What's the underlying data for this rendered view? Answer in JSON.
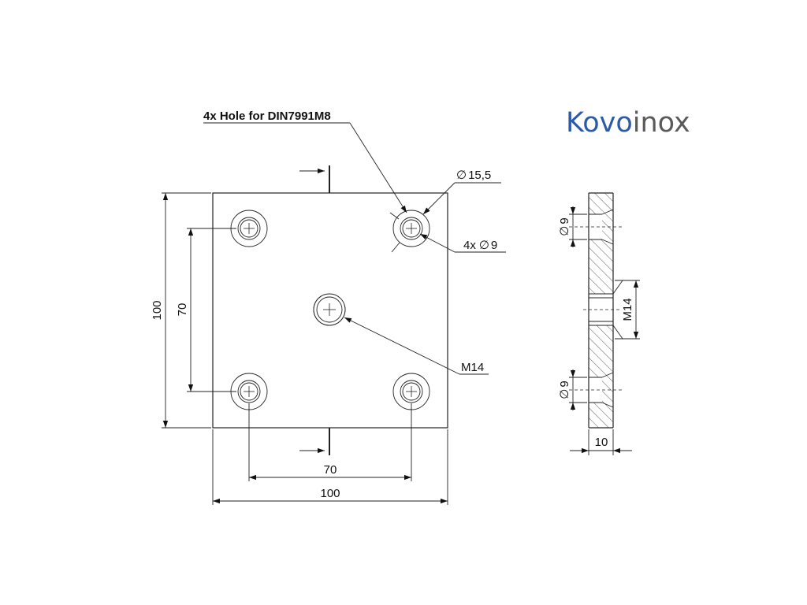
{
  "logo": {
    "part1": "Kovo",
    "part2": "inox",
    "color_primary": "#2d5aa8",
    "color_secondary": "#5a5a5a"
  },
  "callouts": {
    "hole_note": "4x Hole for DIN7991M8",
    "counterbore_dia": "15,5",
    "through_hole": "4x",
    "through_hole_dia": "9",
    "thread": "M14"
  },
  "dimensions": {
    "plate_height": "100",
    "hole_spacing_v": "70",
    "hole_spacing_h": "70",
    "plate_width": "100",
    "side_hole_top": "9",
    "side_hole_bottom": "9",
    "side_thread": "M14",
    "thickness": "10"
  },
  "symbols": {
    "diameter": "∅"
  }
}
